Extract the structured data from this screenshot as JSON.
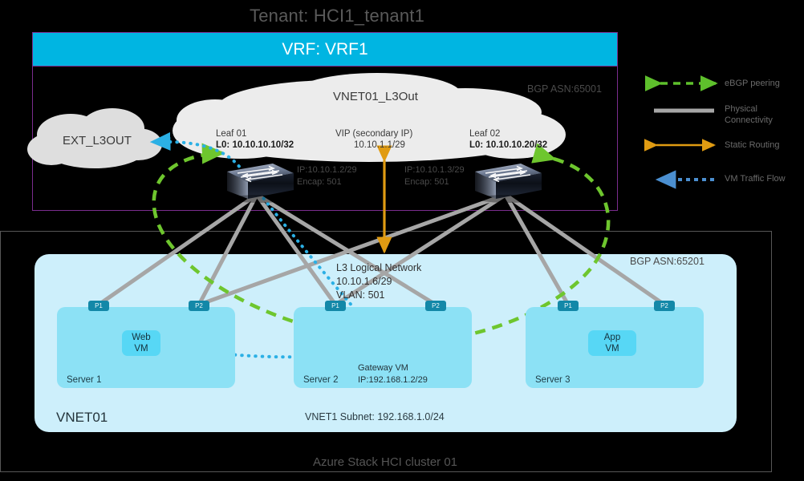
{
  "title": {
    "tenant": "Tenant: HCI1_tenant1"
  },
  "vrf": {
    "label": "VRF: VRF1",
    "asn": "BGP ASN:65001"
  },
  "clouds": {
    "ext": "EXT_L3OUT",
    "l3out": "VNET01_L3Out"
  },
  "leaf01": {
    "name": "Leaf 01",
    "loopback": "L0: 10.10.10.10/32",
    "ip": "IP:10.10.1.2/29",
    "encap": "Encap: 501"
  },
  "leaf02": {
    "name": "Leaf 02",
    "loopback": "L0: 10.10.10.20/32",
    "ip": "IP:10.10.1.3/29",
    "encap": "Encap: 501"
  },
  "vip": {
    "line1": "VIP (secondary IP)",
    "line2": "10.10.1.1/29"
  },
  "l3_logical_network": {
    "line1": "L3 Logical Network",
    "line2": "10.10.1.6/29",
    "line3": "VLAN: 501"
  },
  "vnet": {
    "name": "VNET01",
    "subnet": "VNET1 Subnet: 192.168.1.0/24",
    "asn": "BGP ASN:65201"
  },
  "servers": [
    {
      "name": "Server 1",
      "ports": [
        "P1",
        "P2"
      ]
    },
    {
      "name": "Server 2",
      "ports": [
        "P1",
        "P2"
      ]
    },
    {
      "name": "Server 3",
      "ports": [
        "P1",
        "P2"
      ]
    }
  ],
  "vms": {
    "web": "Web\nVM",
    "web_l1": "Web",
    "web_l2": "VM",
    "app_l1": "App",
    "app_l2": "VM",
    "gateway_l1": "Gateway VM",
    "gateway_l2": "IP:192.168.1.2/29"
  },
  "cluster": {
    "label": "Azure Stack HCI cluster 01"
  },
  "legend": [
    {
      "id": "ebgp-peering",
      "label": "eBGP peering",
      "color": "#6ec62e",
      "style": "dashed-double-arrow"
    },
    {
      "id": "physical-connectivity",
      "label": "Physical\nConnectivity",
      "l1": "Physical",
      "l2": "Connectivity",
      "color": "#a6a6a6",
      "style": "solid"
    },
    {
      "id": "static-routing",
      "label": "Static Routing",
      "color": "#e09b12",
      "style": "solid-double-arrow"
    },
    {
      "id": "vm-traffic-flow",
      "label": "VM Traffic Flow",
      "color": "#2e9fd8",
      "style": "dotted-arrow"
    }
  ],
  "colors": {
    "vrf_band": "#00b5e2",
    "vrf_border": "#7b2d8e",
    "cloud": "#e4e4e4",
    "vnet_bg": "#cdeffb",
    "server_bg": "#8ce1f5",
    "vm_bg": "#57d7f5",
    "port_bg": "#1388a8",
    "ebgp": "#6ec62e",
    "physical": "#a6a6a6",
    "static": "#e09b12",
    "traffic": "#2e9fd8",
    "router_icon": "#1a3faa"
  }
}
